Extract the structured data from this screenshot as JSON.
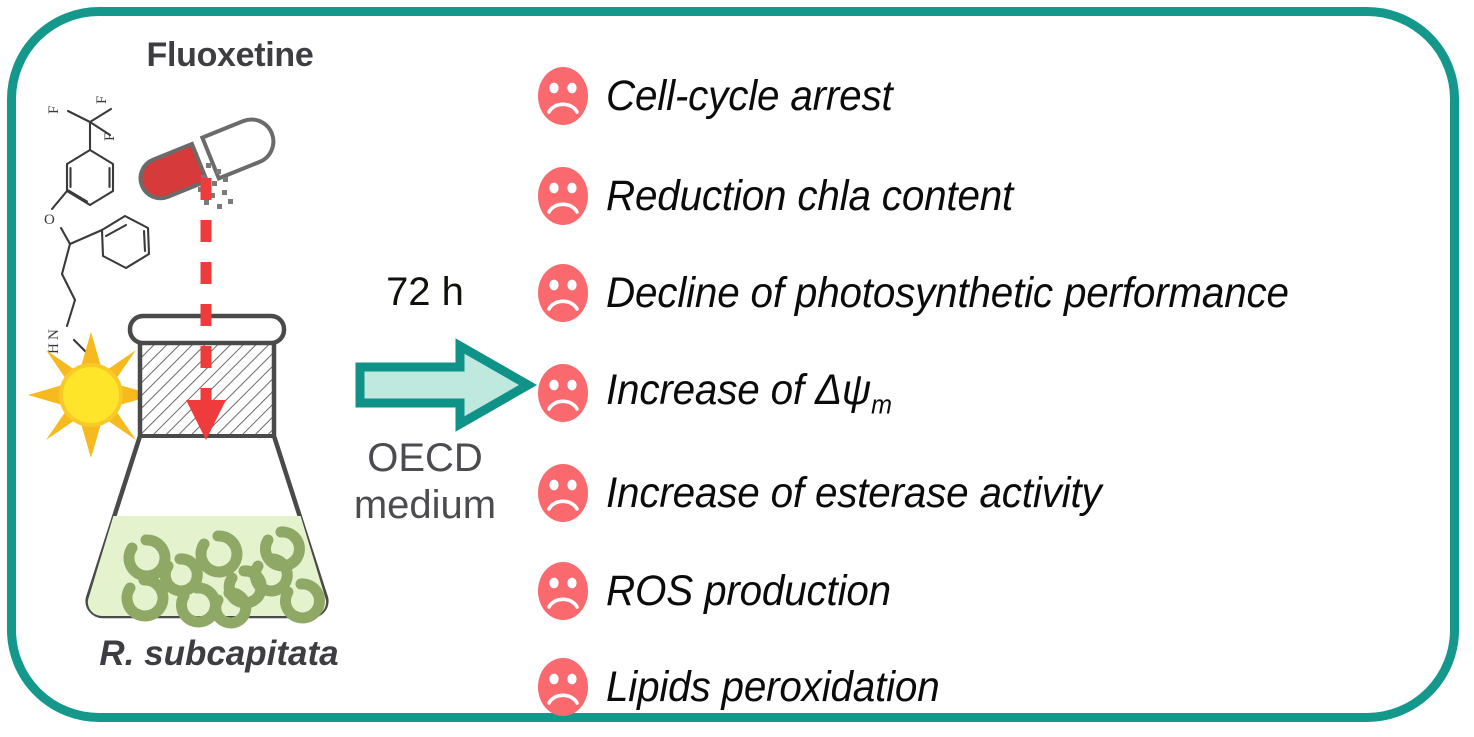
{
  "figure": {
    "type": "graphical-abstract",
    "border_color": "#14988c",
    "background": "#ffffff"
  },
  "left": {
    "compound_title": "Fluoxetine",
    "species_label": "R. subcapitata",
    "title_color": "#3d3d42",
    "structure": {
      "name": "fluoxetine-skeletal-structure",
      "atom_labels": [
        "F",
        "F",
        "F",
        "O",
        "N",
        "H"
      ],
      "stroke_color": "#3a3a3a"
    },
    "capsule": {
      "name": "open-capsule-with-powder",
      "body_color": "#d63a3a",
      "cap_color": "#ffffff",
      "outline_color": "#6b6b6b",
      "powder_color": "#7a7a7a"
    },
    "flask": {
      "name": "erlenmeyer-flask",
      "outline_color": "#4a4a4a",
      "neck_hatch_color": "#5a5a5a",
      "medium_color": "#e4f2cd",
      "algae_color": "#8fa866",
      "algae_count": 10
    },
    "dosing_arrow": {
      "name": "dashed-dosing-arrow",
      "color": "#ef3b3b",
      "style": "dashed-down"
    },
    "sun": {
      "name": "sun-icon",
      "core_color": "#ffe529",
      "ray_color": "#f6b91e",
      "ray_count": 8
    }
  },
  "middle": {
    "duration": "72 h",
    "duration_color": "#12100c",
    "medium_line1": "OECD",
    "medium_line2": "medium",
    "medium_color": "#4b4b50",
    "arrow": {
      "name": "process-arrow-right",
      "outline_color": "#0f9287",
      "fill_color": "#bfe8df",
      "direction": "right"
    }
  },
  "effects": {
    "icon_name": "sad-face-icon",
    "icon_color": "#f9696e",
    "icon_feature_color": "#ffffff",
    "text_color": "#0b0b0b",
    "items": [
      {
        "text": "Cell-cycle arrest",
        "has_subscript": false,
        "base": "Cell-cycle arrest",
        "sub": ""
      },
      {
        "text": "Reduction chla content",
        "has_subscript": false,
        "base": "Reduction chla content",
        "sub": ""
      },
      {
        "text": "Decline of photosynthetic performance",
        "has_subscript": false,
        "base": "Decline of photosynthetic performance",
        "sub": ""
      },
      {
        "text": "Increase of Δψm",
        "has_subscript": true,
        "base": "Increase of Δψ",
        "sub": "m"
      },
      {
        "text": "Increase of esterase activity",
        "has_subscript": false,
        "base": "Increase of esterase activity",
        "sub": ""
      },
      {
        "text": "ROS production",
        "has_subscript": false,
        "base": "ROS production",
        "sub": ""
      },
      {
        "text": "Lipids peroxidation",
        "has_subscript": false,
        "base": "Lipids peroxidation",
        "sub": ""
      }
    ]
  }
}
